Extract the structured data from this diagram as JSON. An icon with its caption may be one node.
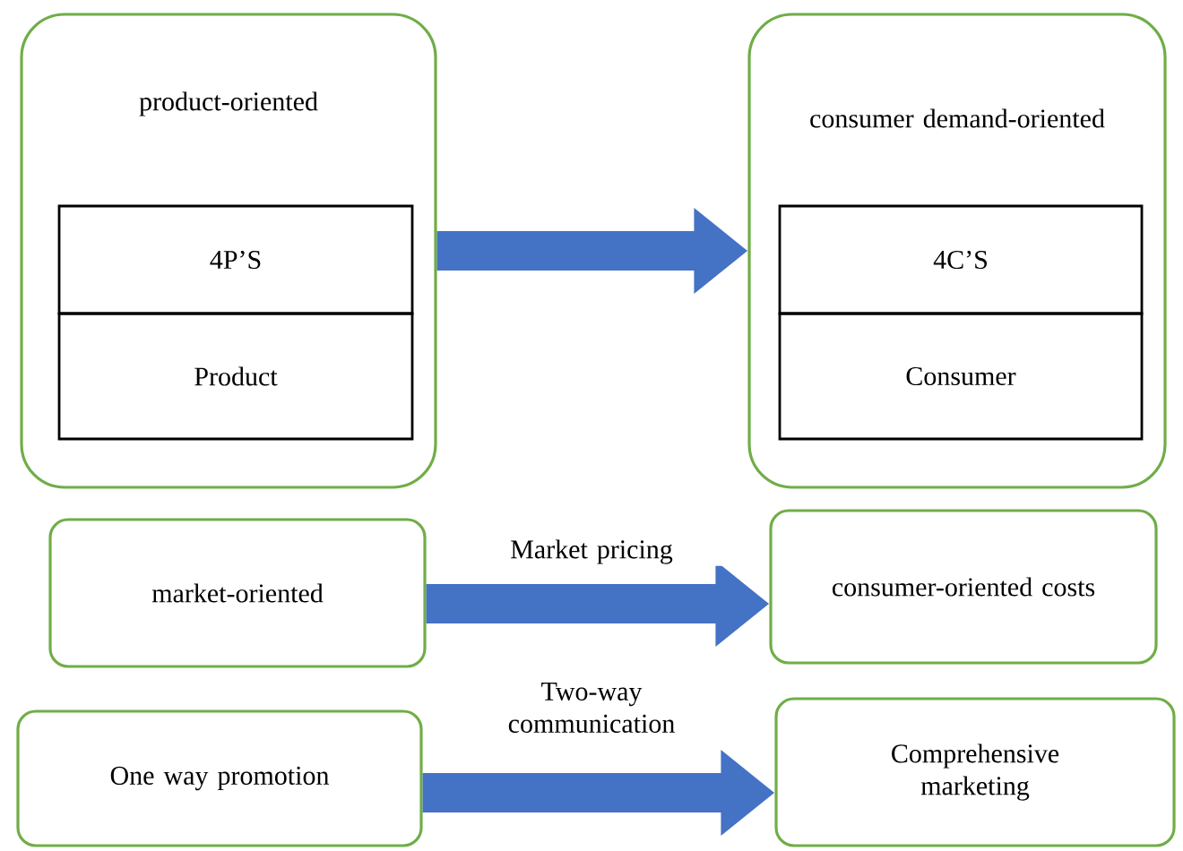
{
  "diagram": {
    "nodes": [
      {
        "text": [
          "product-oriented"
        ]
      },
      {
        "text": [
          "4P’S"
        ],
        "in": 0
      },
      {
        "text": [
          "Product"
        ],
        "in": 0
      },
      {
        "text": [
          "consumer demand-oriented"
        ]
      },
      {
        "text": [
          "4C’S"
        ],
        "in": 3
      },
      {
        "text": [
          "Consumer"
        ],
        "in": 3
      },
      {
        "text": [
          "market-oriented"
        ]
      },
      {
        "text": [
          "consumer-oriented costs"
        ]
      },
      {
        "text": [
          "One way promotion"
        ]
      },
      {
        "text": [
          "Comprehensive marketing"
        ]
      }
    ],
    "edges": [
      {
        "from": 0,
        "to": 3,
        "arrow": "to"
      },
      {
        "from": 6,
        "to": 7,
        "arrow": "to",
        "label": "Market pricing"
      },
      {
        "from": 8,
        "to": 9,
        "arrow": "to",
        "label": "Two-way communication"
      }
    ]
  }
}
